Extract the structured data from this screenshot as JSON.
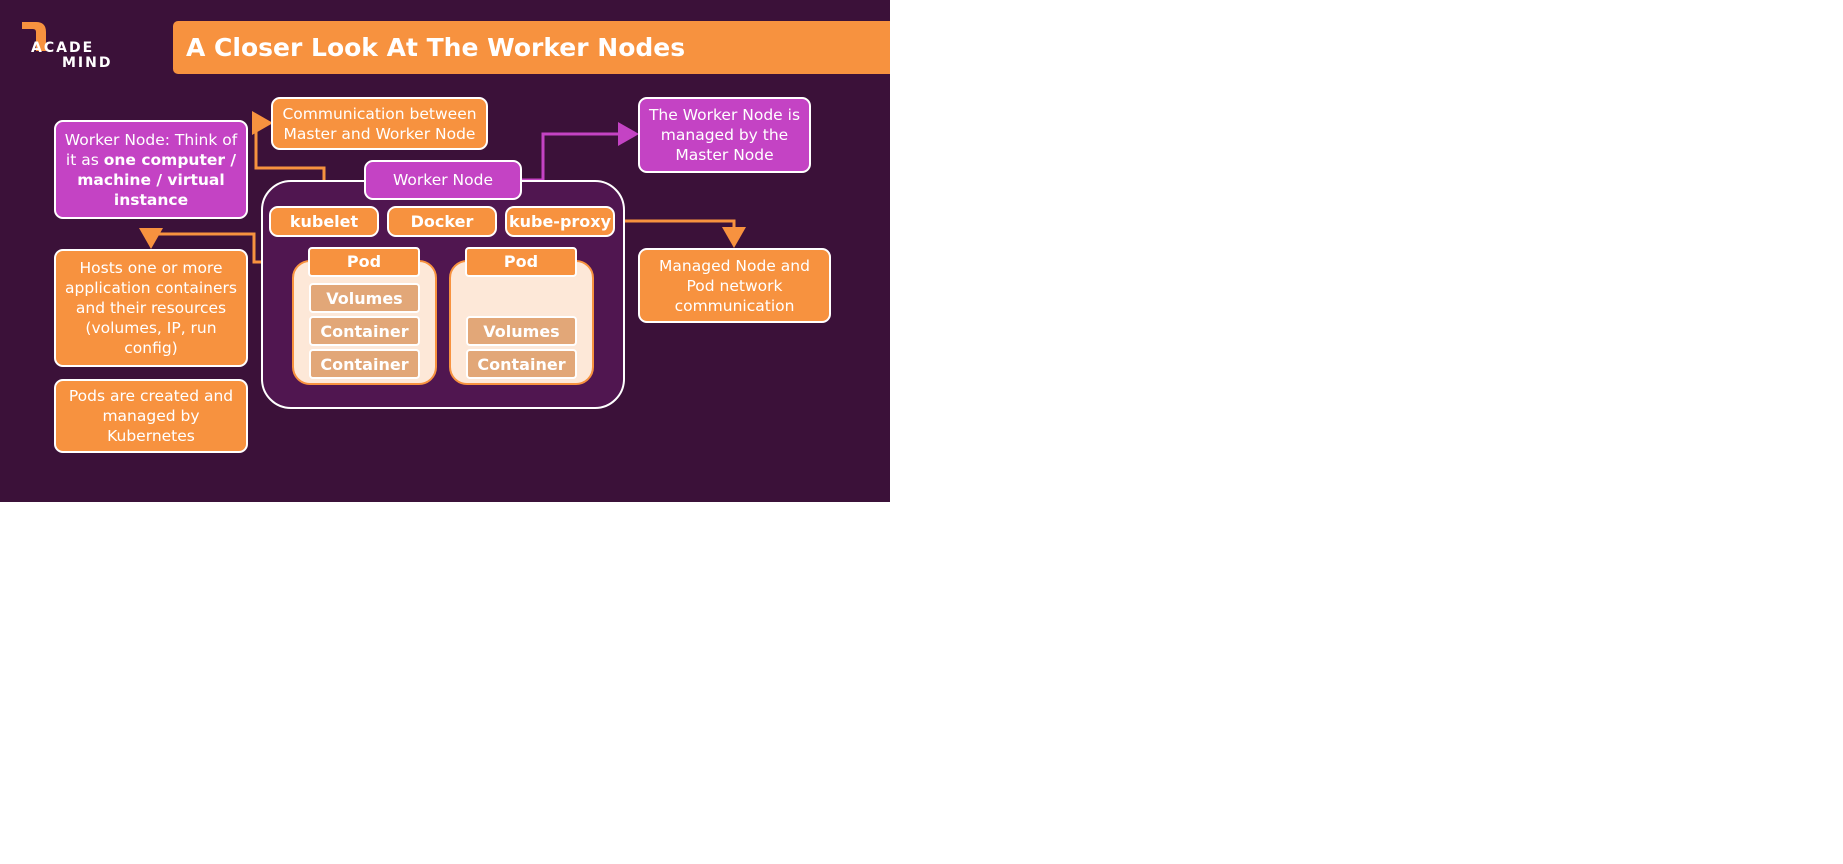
{
  "header": {
    "title": "A Closer Look At The Worker Nodes"
  },
  "logo": {
    "line1": "ACADE",
    "line2": "MIND"
  },
  "colors": {
    "background": "#3b1139",
    "orange": "#f7923f",
    "purple": "#c443c4",
    "pod_fill": "#fde8d8",
    "inner_box": "#e2a778"
  },
  "annotations": {
    "worker_node_def": {
      "plain": "Worker Node: Think of it as ",
      "bold": "one computer / machine / virtual instance"
    },
    "communication": "Communication between Master and Worker Node",
    "managed_by_master": "The Worker Node is managed by the Master Node",
    "hosts": "Hosts one or more application containers and their resources (volumes, IP, run config)",
    "pods_managed": "Pods are created and managed by Kubernetes",
    "network": "Managed Node and Pod network communication"
  },
  "worker_node": {
    "label": "Worker Node",
    "components": [
      "kubelet",
      "Docker",
      "kube-proxy"
    ],
    "pods": [
      {
        "label": "Pod",
        "items": [
          "Volumes",
          "Container",
          "Container"
        ]
      },
      {
        "label": "Pod",
        "items": [
          "Volumes",
          "Container"
        ]
      }
    ]
  }
}
